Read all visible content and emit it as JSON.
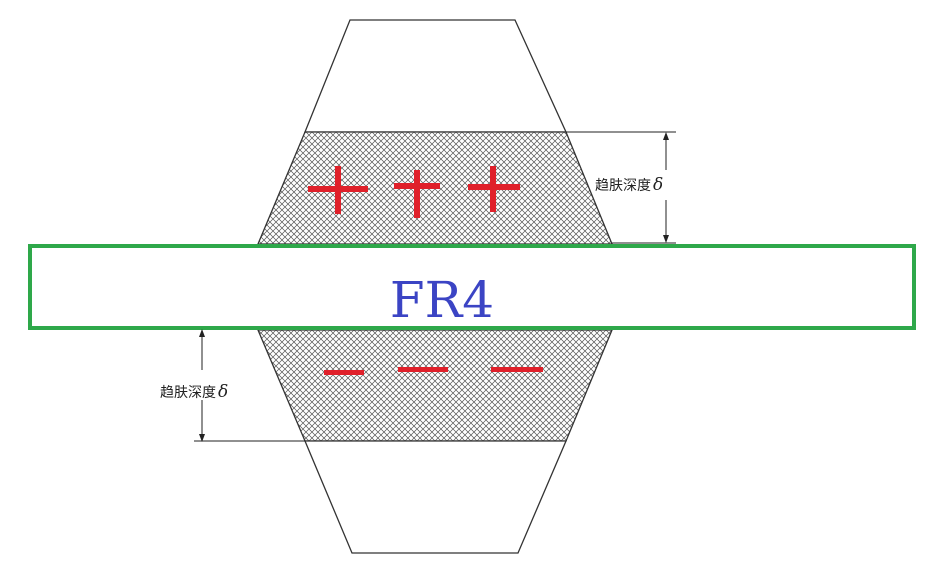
{
  "board_label": "FR4",
  "skin_depth_label": "趋肤深度",
  "delta_symbol": "δ",
  "plus_sign": "+",
  "minus_sign": "—",
  "colors": {
    "board_border": "#2ea84a",
    "board_text": "#3b44c4",
    "charge": "#e0202a",
    "outline": "#333333",
    "hatch": "#555555"
  }
}
